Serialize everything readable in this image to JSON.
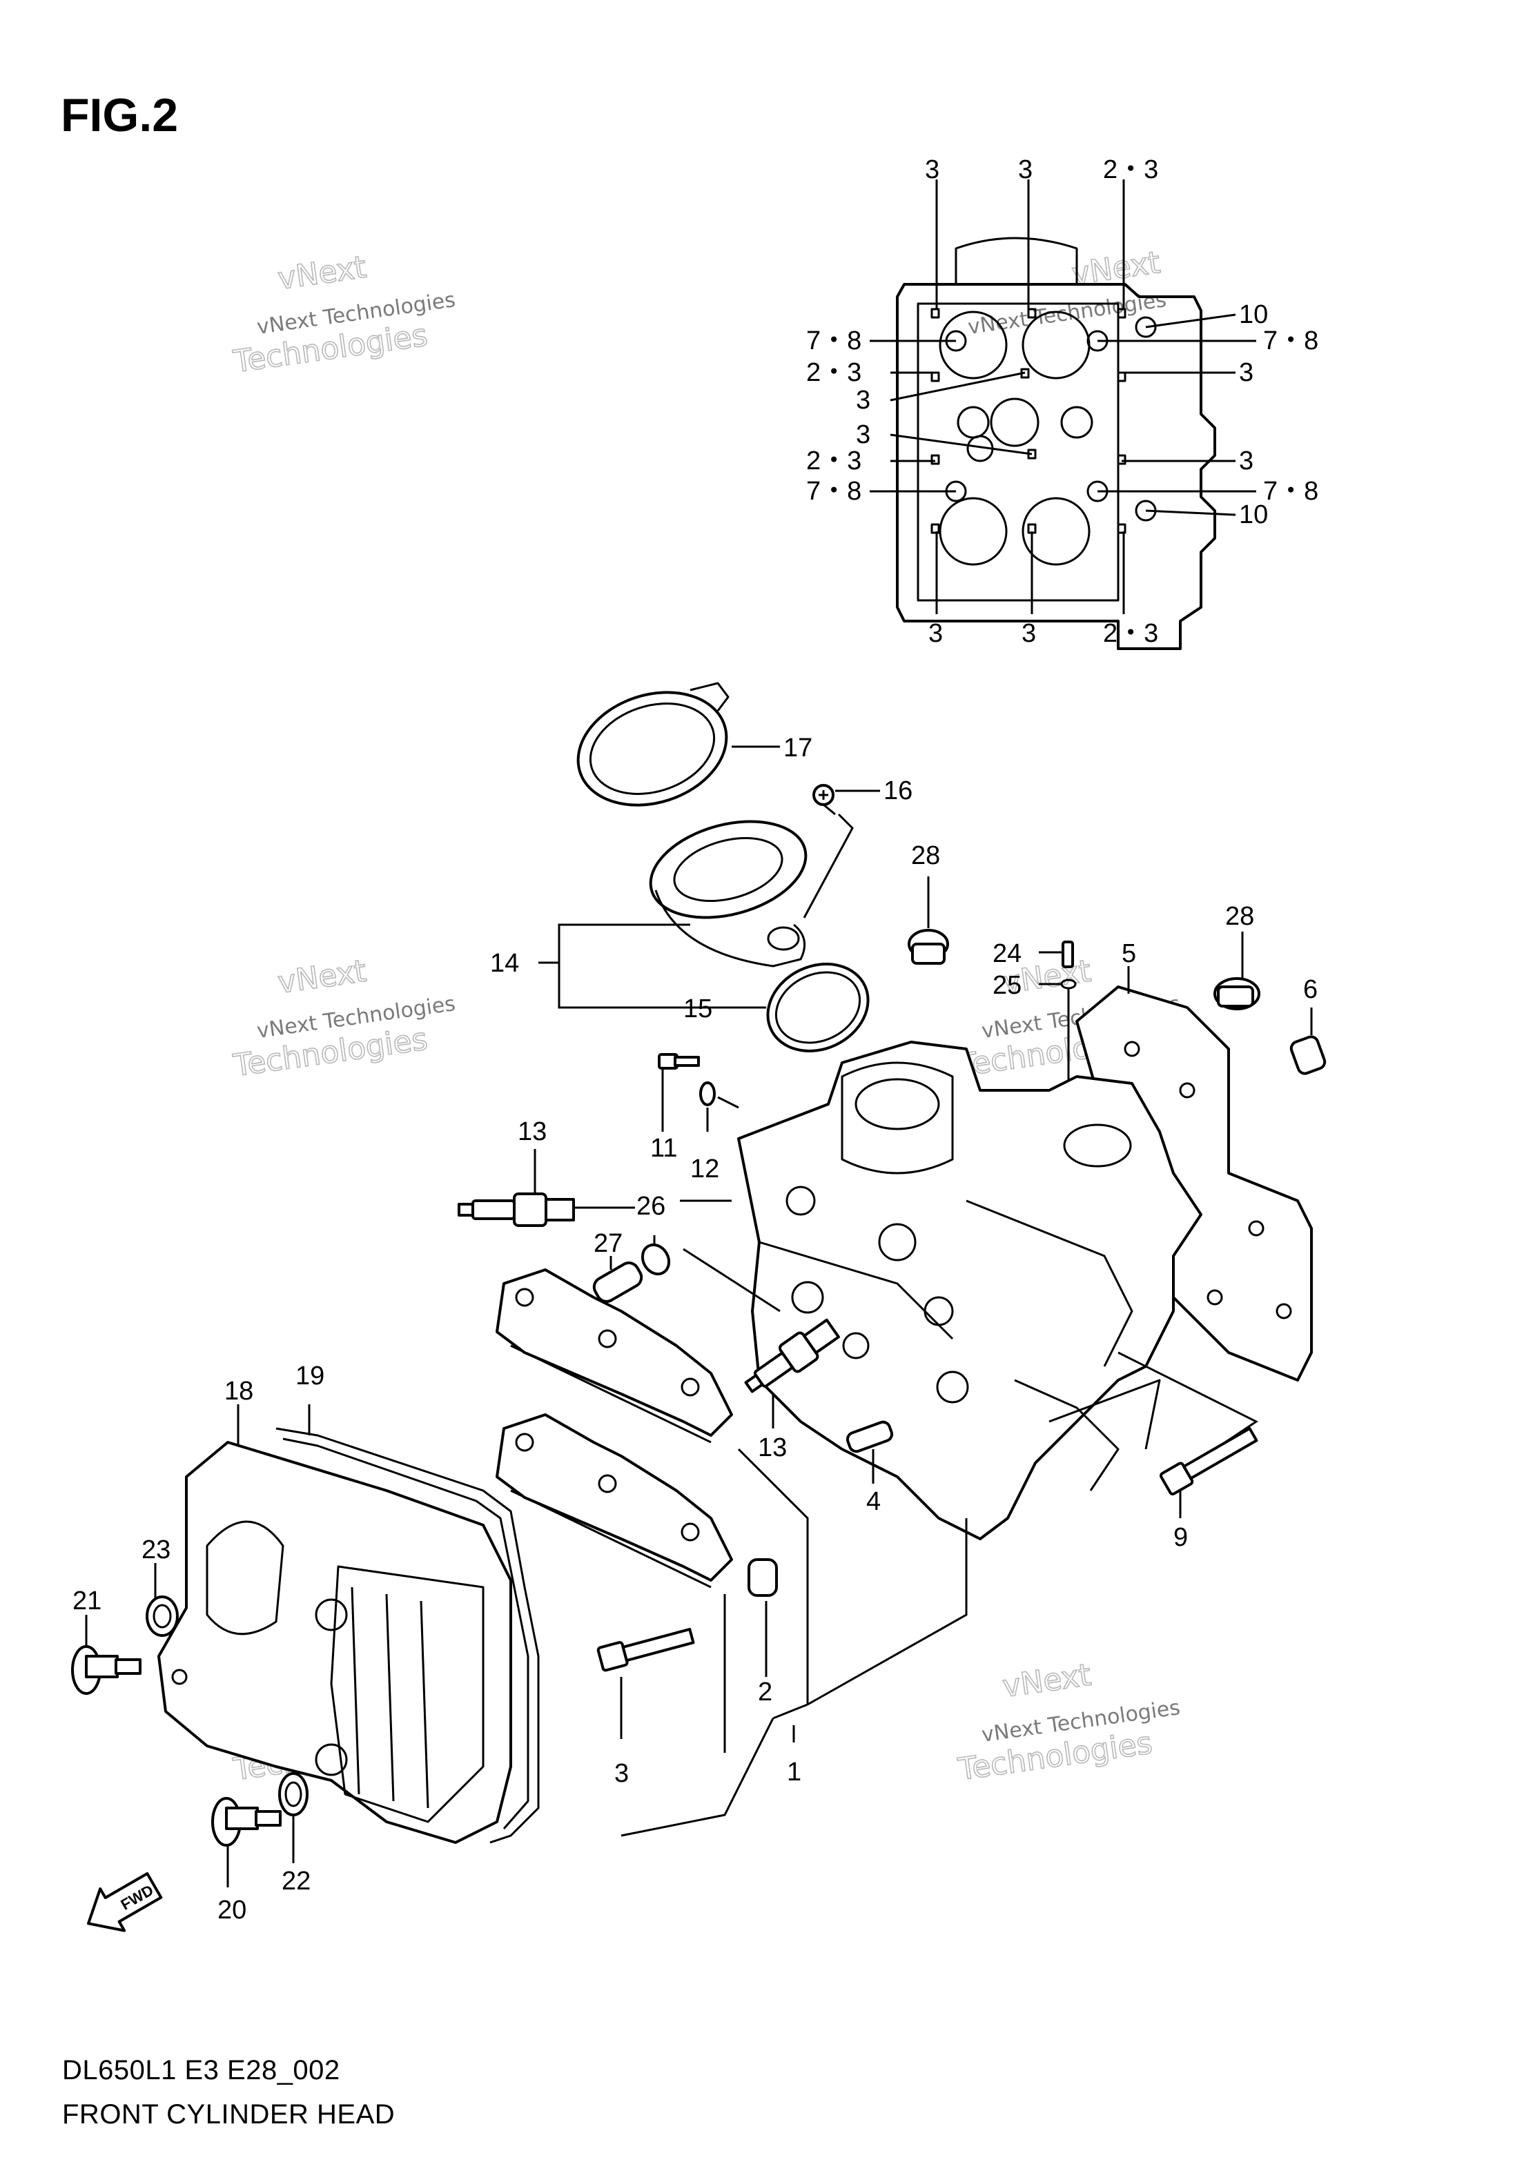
{
  "figure_label": "FIG.2",
  "diagram_code": "DL650L1 E3 E28_002",
  "diagram_title": "FRONT CYLINDER HEAD",
  "fwd_label": "FWD",
  "watermark": {
    "line1": "vNext Technologies",
    "line2": "Technologies",
    "line3": "vNext"
  },
  "callouts": {
    "top_3a": "3",
    "top_3b": "3",
    "top_23": "2・3",
    "r10a": "10",
    "l78a": "7・8",
    "r78a": "7・8",
    "l23a": "2・3",
    "r3a": "3",
    "l3a": "3",
    "l3b": "3",
    "l23b": "2・3",
    "r3b": "3",
    "l78b": "7・8",
    "r78b": "7・8",
    "r10b": "10",
    "bot_3a": "3",
    "bot_3b": "3",
    "bot_23": "2・3",
    "p17": "17",
    "p16": "16",
    "p28a": "28",
    "p28b": "28",
    "p14": "14",
    "p15": "15",
    "p24": "24",
    "p25": "25",
    "p5": "5",
    "p6": "6",
    "p13a": "13",
    "p11": "11",
    "p12": "12",
    "p26": "26",
    "p27": "27",
    "p13b": "13",
    "p4": "4",
    "p9": "9",
    "p18": "18",
    "p19": "19",
    "p23": "23",
    "p21": "21",
    "p2": "2",
    "p3": "3",
    "p1": "1",
    "p20": "20",
    "p22": "22"
  }
}
